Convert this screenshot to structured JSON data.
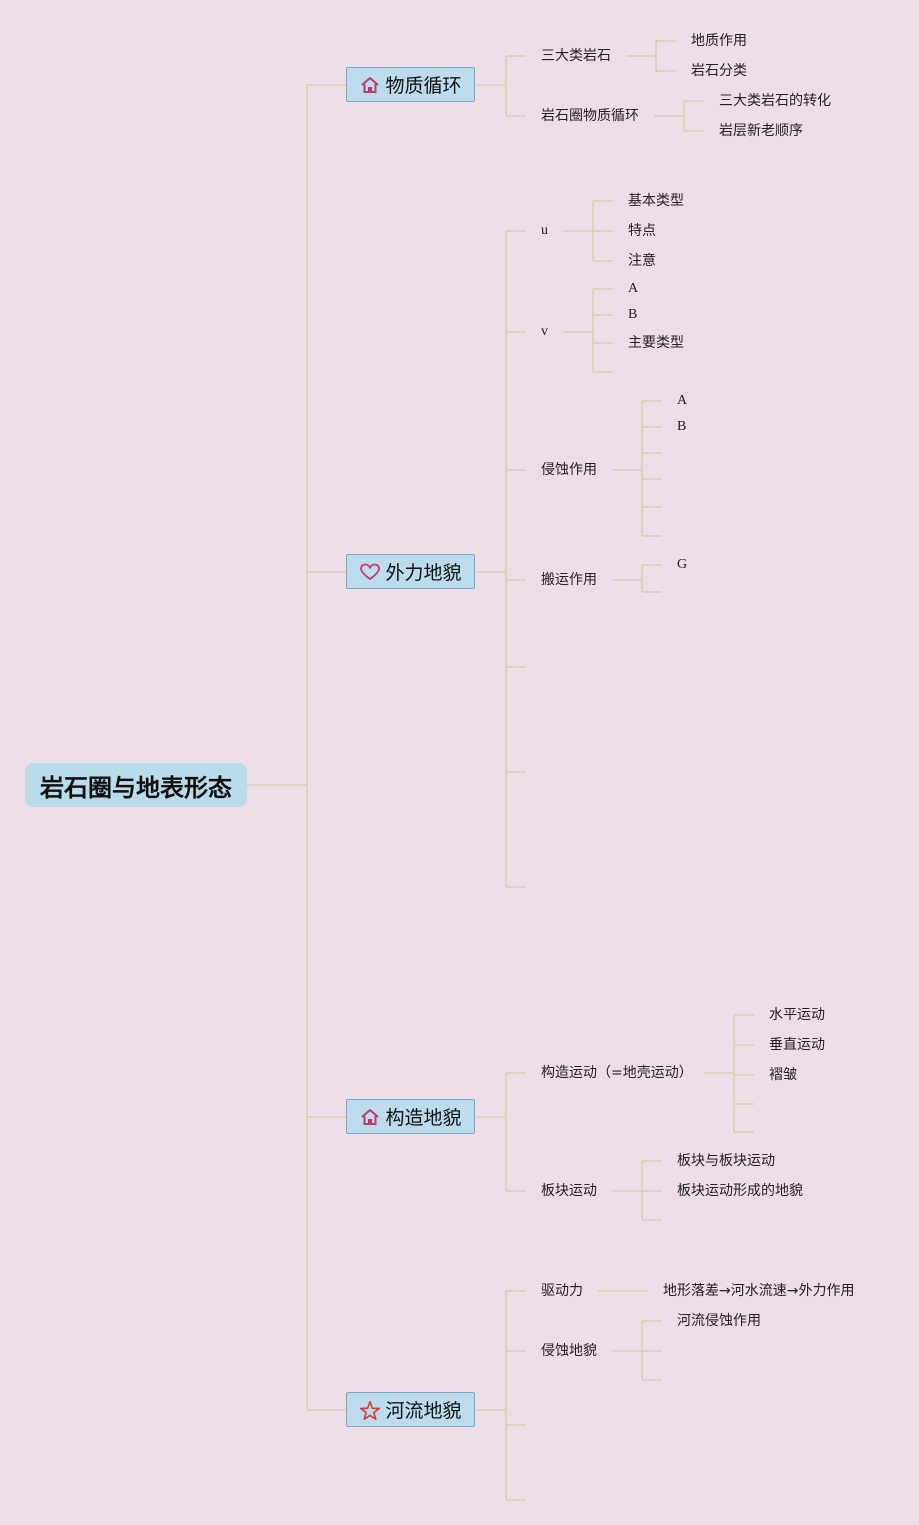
{
  "root": {
    "label": "岩石圈与地表形态"
  },
  "branches": [
    {
      "label": "物质循环",
      "icon": "house-icon",
      "children": [
        {
          "label": "三大类岩石",
          "children": [
            {
              "label": "地质作用"
            },
            {
              "label": "岩石分类"
            }
          ]
        },
        {
          "label": "岩石圈物质循环",
          "children": [
            {
              "label": "三大类岩石的转化"
            },
            {
              "label": "岩层新老顺序"
            }
          ]
        }
      ]
    },
    {
      "label": "外力地貌",
      "icon": "heart-icon",
      "children": [
        {
          "label": "u",
          "children": [
            {
              "label": "基本类型"
            },
            {
              "label": "特点"
            },
            {
              "label": "注意"
            }
          ]
        },
        {
          "label": "v",
          "children": [
            {
              "label": "A"
            },
            {
              "label": "B"
            },
            {
              "label": "主要类型"
            },
            {
              "label": ""
            }
          ]
        },
        {
          "label": "侵蚀作用",
          "children": [
            {
              "label": "A"
            },
            {
              "label": "B"
            },
            {
              "label": ""
            },
            {
              "label": ""
            },
            {
              "label": ""
            },
            {
              "label": ""
            }
          ]
        },
        {
          "label": "搬运作用",
          "children": [
            {
              "label": "G"
            },
            {
              "label": ""
            }
          ]
        },
        {
          "label": ""
        },
        {
          "label": ""
        },
        {
          "label": ""
        }
      ]
    },
    {
      "label": "构造地貌",
      "icon": "house-icon",
      "children": [
        {
          "label": "构造运动（=地壳运动）",
          "children": [
            {
              "label": "水平运动"
            },
            {
              "label": "垂直运动"
            },
            {
              "label": "褶皱"
            },
            {
              "label": ""
            },
            {
              "label": ""
            }
          ]
        },
        {
          "label": "板块运动",
          "children": [
            {
              "label": "板块与板块运动"
            },
            {
              "label": "板块运动形成的地貌"
            },
            {
              "label": ""
            }
          ]
        }
      ]
    },
    {
      "label": "河流地貌",
      "icon": "star-icon",
      "children": [
        {
          "label": "驱动力",
          "children": [
            {
              "label": "地形落差→河水流速→外力作用"
            }
          ]
        },
        {
          "label": "侵蚀地貌",
          "children": [
            {
              "label": "河流侵蚀作用"
            },
            {
              "label": ""
            },
            {
              "label": ""
            }
          ]
        },
        {
          "label": ""
        },
        {
          "label": ""
        }
      ]
    }
  ]
}
